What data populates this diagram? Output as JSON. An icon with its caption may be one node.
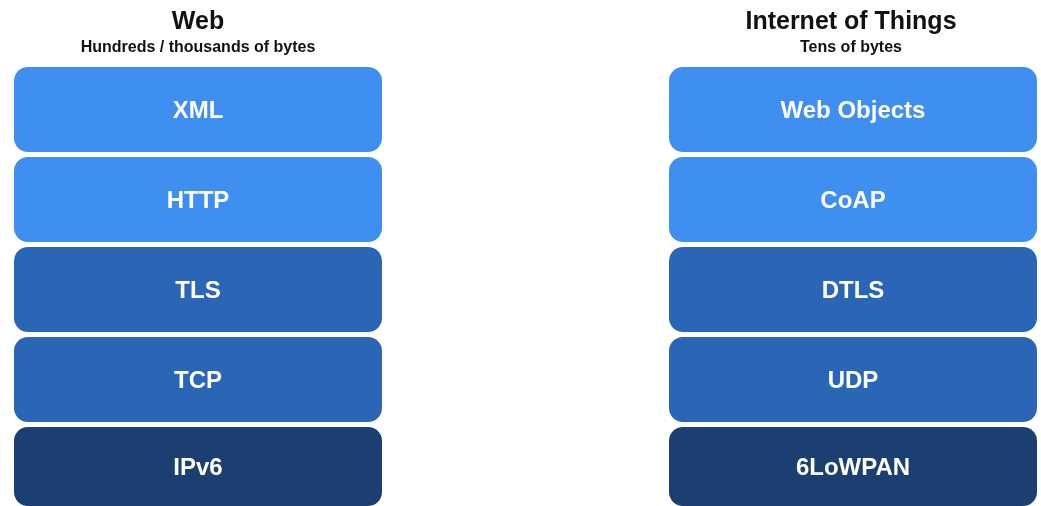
{
  "diagram": {
    "nodes": [
      {
        "text": [
          "XML"
        ]
      },
      {
        "text": [
          "HTTP"
        ]
      },
      {
        "text": [
          "TLS"
        ]
      },
      {
        "text": [
          "TCP"
        ]
      },
      {
        "text": [
          "IPv6"
        ]
      },
      {
        "text": [
          "Web Objects"
        ]
      },
      {
        "text": [
          "CoAP"
        ]
      },
      {
        "text": [
          "DTLS"
        ]
      },
      {
        "text": [
          "UDP"
        ]
      },
      {
        "text": [
          "6LoWPAN"
        ]
      }
    ],
    "labels": [
      "Web",
      "Hundreds / thousands of bytes",
      "Internet of Things",
      "Tens of bytes"
    ]
  }
}
